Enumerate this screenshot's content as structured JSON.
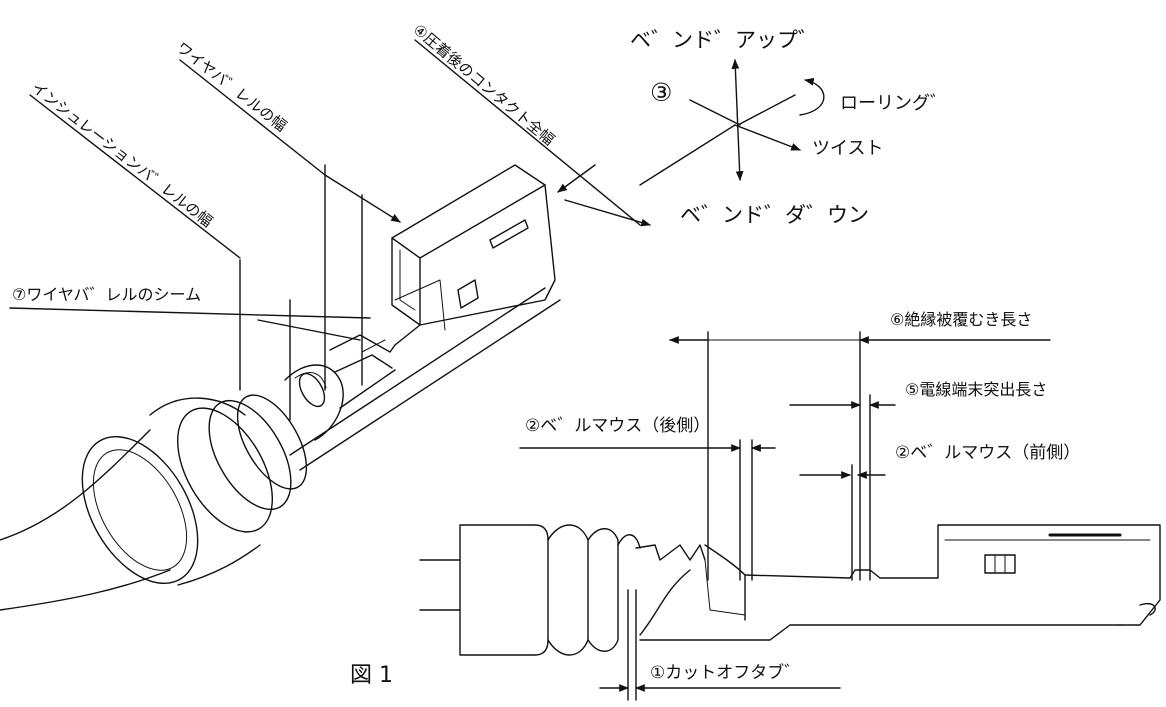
{
  "figure": {
    "caption": "図 1",
    "labels": {
      "insulation_barrel_width": "インシュレーションバ゛レルの幅",
      "wire_barrel_width": "ワイヤバ゛レルの幅",
      "contact_total_width": "④圧着後のコンタクト全幅",
      "wire_barrel_seam": "⑦ワイヤバ゛レルのシーム",
      "bellmouth_rear": "②ベ゛ルマウス（後側）",
      "bellmouth_front": "②ベ゛ルマウス（前側）",
      "strip_length": "⑥絶縁被覆むき長さ",
      "wire_end_protrusion": "⑤電線端末突出長さ",
      "cutoff_tab": "①カットオフタブ゛"
    },
    "axes": {
      "marker": "③",
      "bend_up": "ベ゛ンド゛アップ゛",
      "bend_down": "ベ゛ンド゛ダ゛ウン",
      "rolling": "ローリング゛",
      "twist": "ツイスト"
    }
  }
}
